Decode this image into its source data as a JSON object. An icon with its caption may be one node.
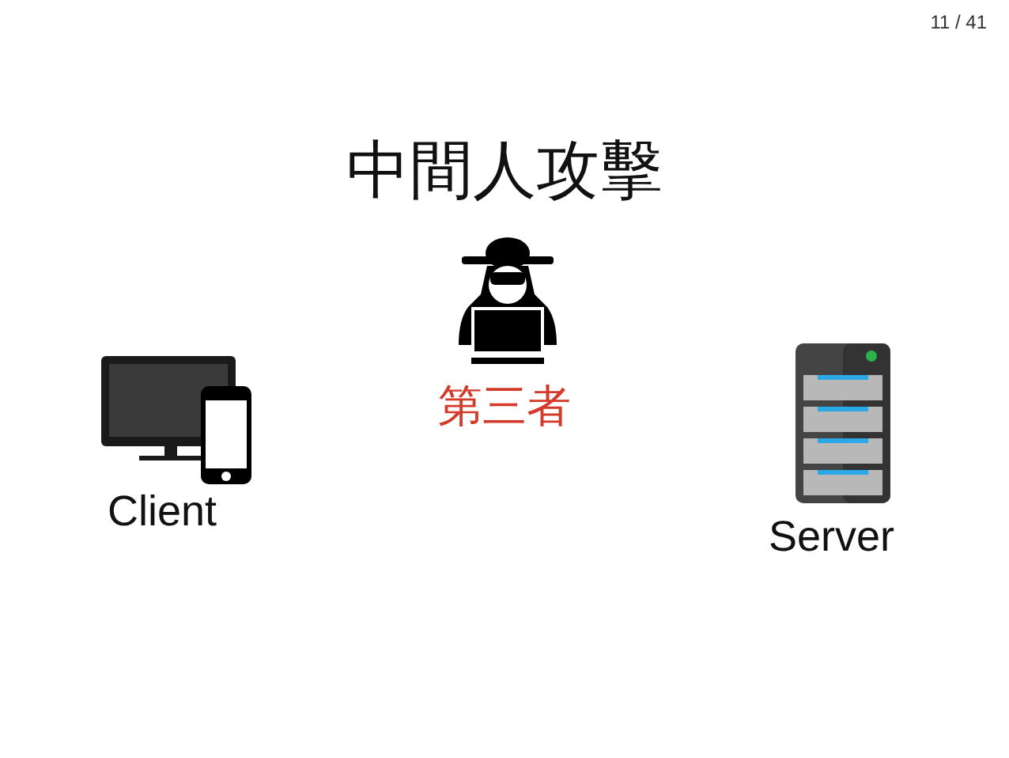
{
  "diagram": {
    "title": "中間人攻擊",
    "labels": [
      "11 / 41",
      "第三者",
      "Client",
      "Server"
    ]
  }
}
